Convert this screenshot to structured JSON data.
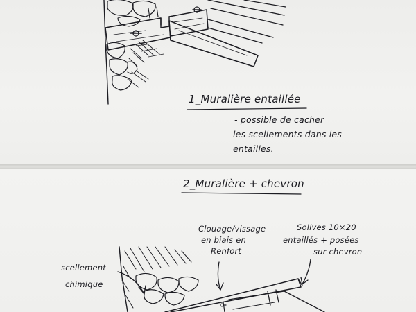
{
  "section1": {
    "title": "1_Muralière entaillée",
    "note_lines": [
      "- possible de cacher",
      "les scellements dans les",
      "entailles."
    ]
  },
  "section2": {
    "title": "2_Muralière + chevron",
    "label_fixing": [
      "Clouage/vissage",
      "en biais en",
      "Renfort"
    ],
    "label_joists": [
      "Solives 10×20",
      "entaillés + posées",
      "sur chevron"
    ],
    "label_anchor": [
      "scellement",
      "chimique"
    ]
  },
  "colors": {
    "ink": "#1c1c22",
    "paper": "#f0f0ee",
    "fold_shadow": "#c9c9c6"
  }
}
